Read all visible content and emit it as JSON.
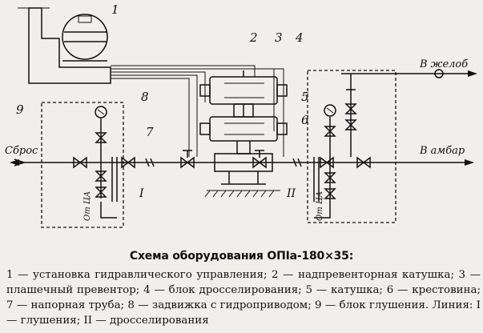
{
  "labels": {
    "n1": "1",
    "n2": "2",
    "n3": "3",
    "n4": "4",
    "n5": "5",
    "n6": "6",
    "n7": "7",
    "n8": "8",
    "n9": "9",
    "line_i": "I",
    "line_ii": "II",
    "to_gutter": "В желоб",
    "to_barn": "В амбар",
    "discharge": "Сброс",
    "from_ca": "От ЦА"
  },
  "caption": {
    "title": "Схема оборудования ОПIа-180×35:",
    "text": "1 — установка гидравлического управления; 2 — надпревенторная катушка; 3 — плашечный превентор; 4 — блок дросселирования; 5 — катушка; 6 — крестовина; 7 — напорная труба; 8 — задвижка с гидроприводом; 9 — блок глушения. Линия: I — глушения; II — дросселирования"
  }
}
